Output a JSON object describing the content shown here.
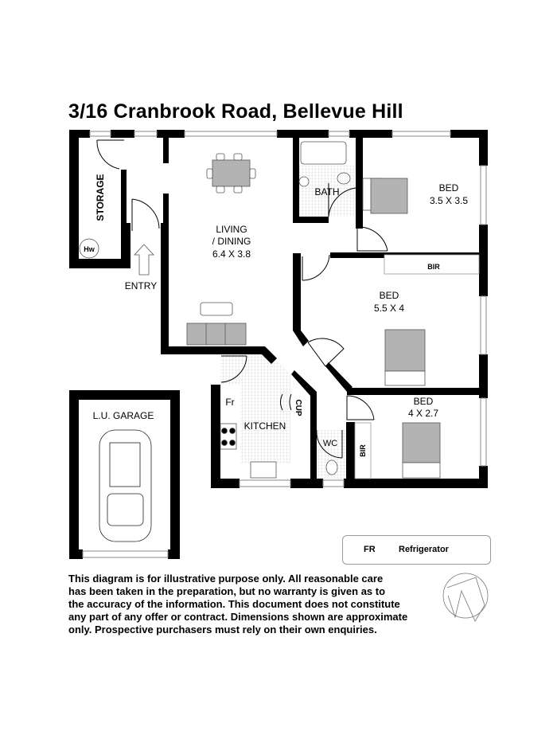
{
  "title": "3/16 Cranbrook Road, Bellevue Hill",
  "rooms": {
    "storage": "STORAGE",
    "hot_water": "Hw",
    "entry": "ENTRY",
    "living_name_1": "LIVING",
    "living_name_2": "/ DINING",
    "living_size": "6.4 X 3.8",
    "bath": "BATH",
    "bed1_name": "BED",
    "bed1_size": "3.5 X 3.5",
    "bir1": "BIR",
    "bed2_name": "BED",
    "bed2_size": "5.5 X 4",
    "bed3_name": "BED",
    "bed3_size": "4 X 2.7",
    "bir2": "BIR",
    "kitchen": "KITCHEN",
    "fridge": "Fr",
    "cupboard": "CUP",
    "wc": "WC",
    "garage": "L.U. GARAGE"
  },
  "legend": {
    "code": "FR",
    "meaning": "Refrigerator"
  },
  "disclaimer": [
    "This diagram is for illustrative purpose only. All reasonable care",
    "has been taken in the preparation, but no warranty is given as to",
    "the accuracy of the information. This document does not constitute",
    "any part of any offer or contract. Dimensions shown are approximate",
    "only. Prospective purchasers must rely on their own enquiries."
  ],
  "colors": {
    "wall": "#000000",
    "furniture": "#b3b3b3",
    "tile": "#e6e6e6"
  }
}
